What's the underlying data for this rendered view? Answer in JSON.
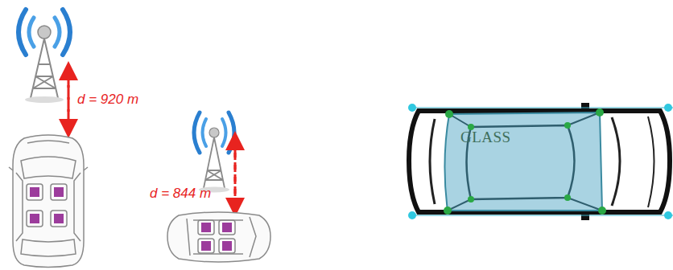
{
  "diagram": {
    "labels": [
      "d = 920 m",
      "d = 844 m",
      "GLASS"
    ]
  }
}
